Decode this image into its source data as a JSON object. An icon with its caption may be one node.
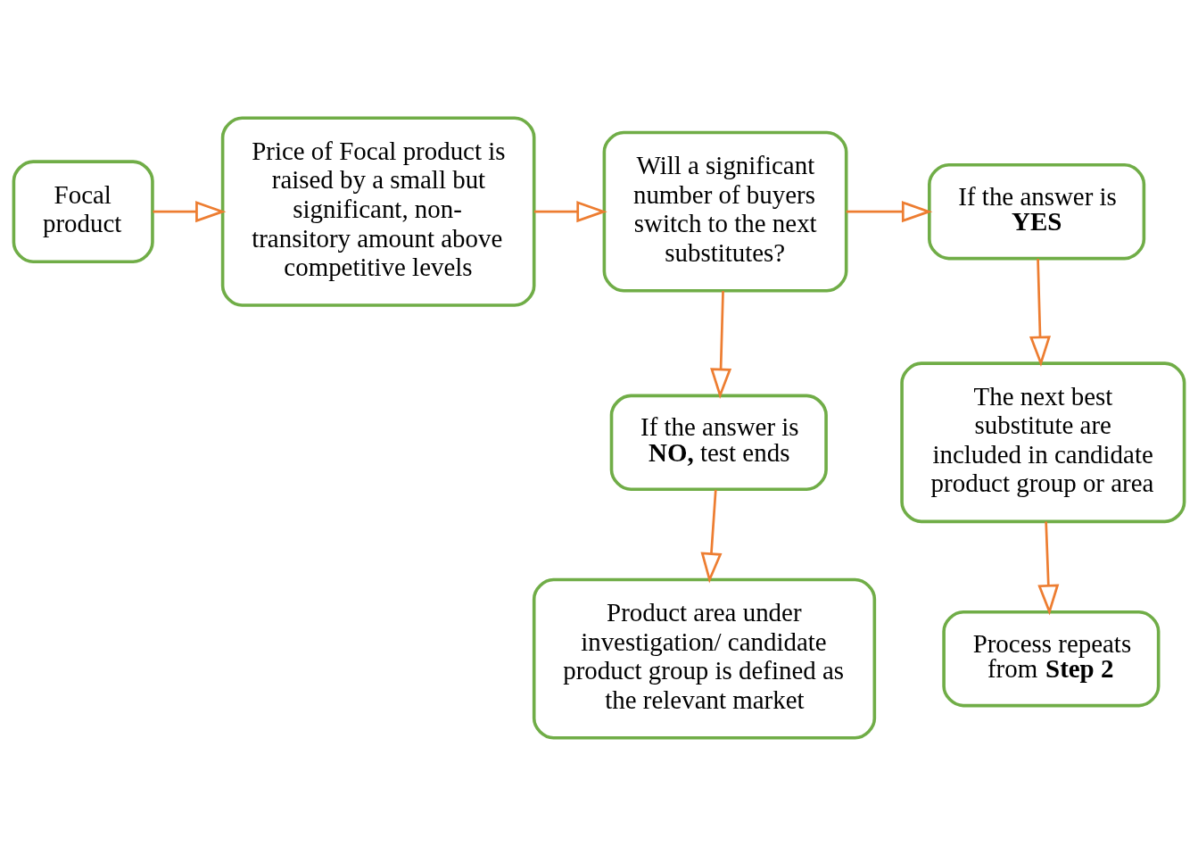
{
  "diagram": {
    "nodes": [
      {
        "text": [
          "Focal product"
        ]
      },
      {
        "text": [
          "Price of Focal product is raised by a small but significant, non-transitory amount above competitive levels"
        ]
      },
      {
        "text": [
          "Will a significant number of buyers switch to the next substitutes?"
        ]
      },
      {
        "text": [
          "If the answer is **YES**"
        ]
      },
      {
        "text": [
          "If the answer is **NO,** test ends"
        ]
      },
      {
        "text": [
          "The next best substitute are included in candidate product group or area"
        ]
      },
      {
        "text": [
          "Process repeats from **Step 2**"
        ]
      },
      {
        "text": [
          "Product area under investigation/ candidate product group is defined as the relevant market"
        ]
      }
    ],
    "edges": [
      {
        "from": 0,
        "to": 1,
        "arrow": "to"
      },
      {
        "from": 1,
        "to": 2,
        "arrow": "to"
      },
      {
        "from": 2,
        "to": 3,
        "arrow": "to"
      },
      {
        "from": 2,
        "to": 4,
        "arrow": "to"
      },
      {
        "from": 3,
        "to": 5,
        "arrow": "to"
      },
      {
        "from": 5,
        "to": 6,
        "arrow": "to"
      },
      {
        "from": 4,
        "to": 7,
        "arrow": "to"
      }
    ]
  }
}
